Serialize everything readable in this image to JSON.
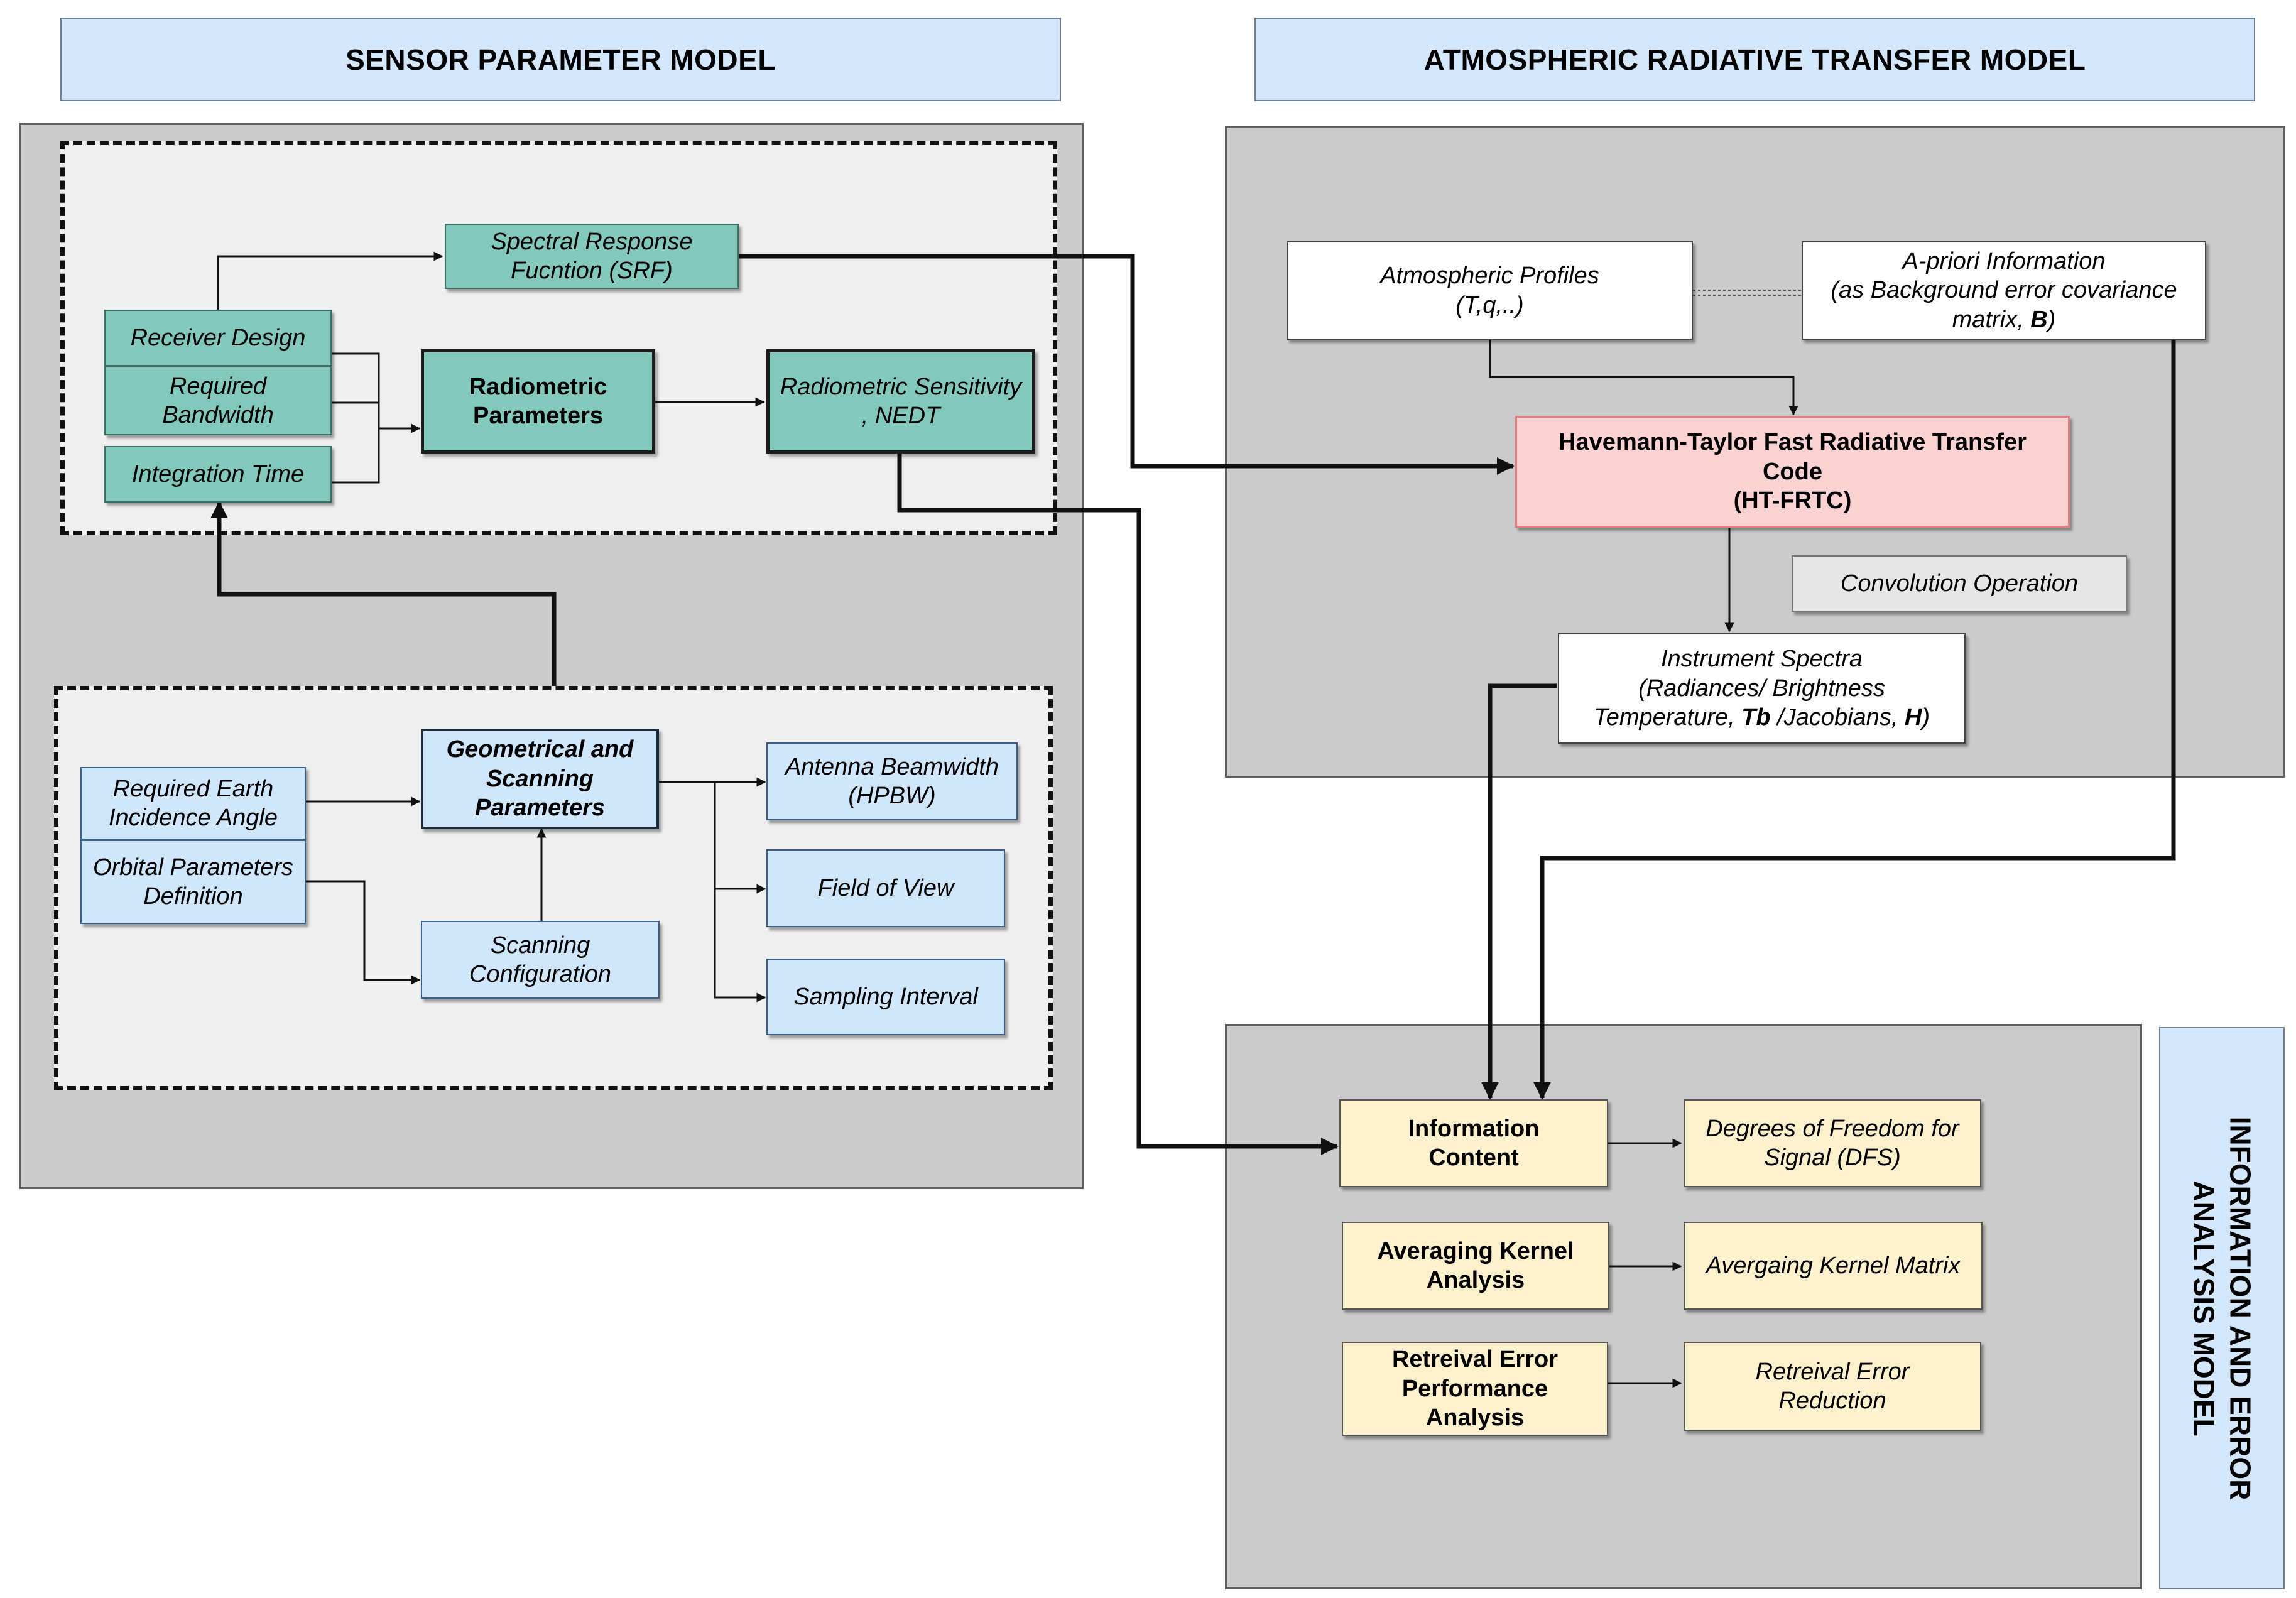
{
  "headers": {
    "sensor": "SENSOR PARAMETER MODEL",
    "atmospheric": "ATMOSPHERIC RADIATIVE TRANSFER MODEL",
    "info_line1": "INFORMATION AND ERROR",
    "info_line2": "ANALYSIS MODEL"
  },
  "sensor": {
    "srf_line1": "Spectral Response",
    "srf_line2": "Fucntion (SRF)",
    "receiver_design": "Receiver Design",
    "bandwidth_line1": "Required",
    "bandwidth_line2": "Bandwidth",
    "integration_time": "Integration Time",
    "radiometric_line1": "Radiometric",
    "radiometric_line2": "Parameters",
    "sensitivity_line1": "Radiometric Sensitivity",
    "sensitivity_line2": ", NEDT"
  },
  "geometry": {
    "incidence_line1": "Required Earth",
    "incidence_line2": "Incidence Angle",
    "orbital_line1": "Orbital Parameters",
    "orbital_line2": "Definition",
    "geo_line1": "Geometrical and",
    "geo_line2": "Scanning",
    "geo_line3": "Parameters",
    "scanning_line1": "Scanning",
    "scanning_line2": "Configuration",
    "beamwidth_line1": "Antenna Beamwidth",
    "beamwidth_line2": "(HPBW)",
    "fov": "Field of View",
    "sampling": "Sampling Interval"
  },
  "atmos": {
    "profiles_line1": "Atmospheric Profiles",
    "profiles_line2": "(T,q,..)",
    "apriori_line1": "A-priori Information",
    "apriori_line2": "(as Background error covariance",
    "apriori_line3a": "matrix, ",
    "apriori_line3b": "B",
    "apriori_line3c": ")",
    "htfrtc_line1": "Havemann-Taylor Fast Radiative Transfer",
    "htfrtc_line2": "Code",
    "htfrtc_line3": "(HT-FRTC)",
    "convolution": "Convolution Operation",
    "spectra_line1": "Instrument Spectra",
    "spectra_line2": "(Radiances/ Brightness",
    "spectra_line3a": "Temperature, ",
    "spectra_line3b": "Tb",
    "spectra_line3c": " /Jacobians, ",
    "spectra_line3d": "H",
    "spectra_line3e": ")"
  },
  "info": {
    "content_line1": "Information",
    "content_line2": "Content",
    "dfs_line1": "Degrees of Freedom for",
    "dfs_line2": "Signal (DFS)",
    "akernel_line1": "Averaging Kernel",
    "akernel_line2": "Analysis",
    "akmatrix": "Avergaing Kernel Matrix",
    "retr_line1": "Retreival Error",
    "retr_line2": "Performance",
    "retr_line3": "Analysis",
    "reduction_line1": "Retreival Error",
    "reduction_line2": "Reduction"
  },
  "colors": {
    "header_blue": "#d4e6fa",
    "teal": "#82c8bb",
    "light_blue": "#cfe6fb",
    "pink": "#fbd2d2",
    "yellow": "#fdf0cc",
    "panel_gray": "#cbcbcb"
  }
}
